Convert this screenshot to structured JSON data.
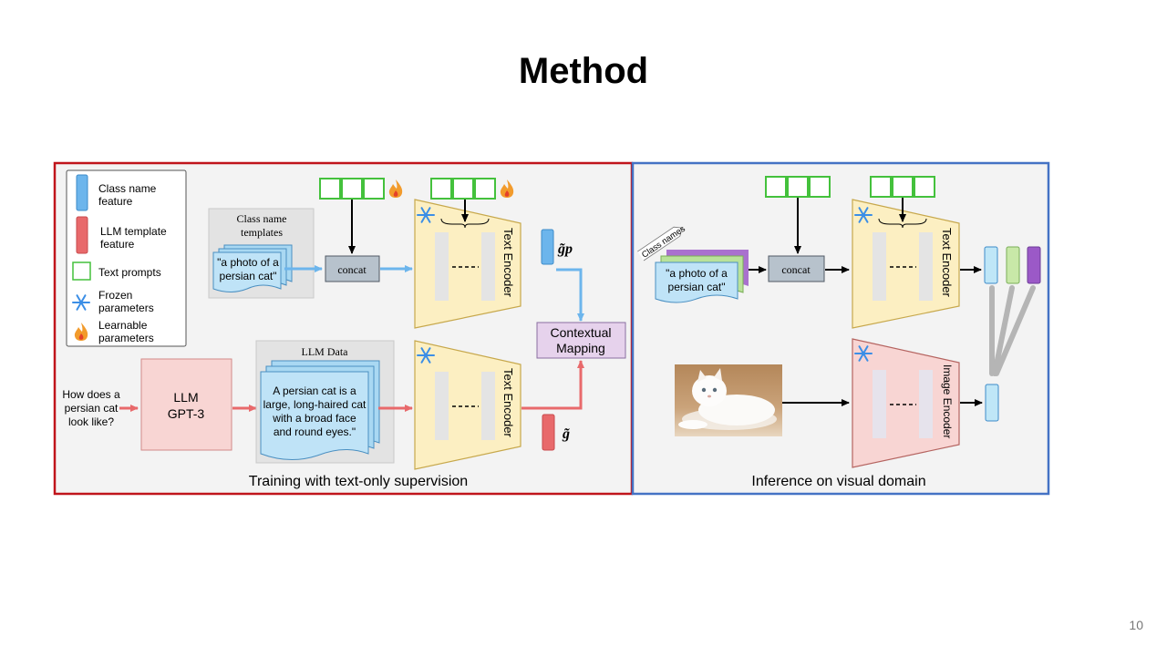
{
  "slide": {
    "title": "Method",
    "page_number": "10"
  },
  "colors": {
    "training_border": "#c0141b",
    "inference_border": "#4472c4",
    "text_prompt": "#44c13c",
    "class_feature": "#6cb5ec",
    "llm_feature": "#e8696b",
    "encoder_fill": "#fcefc2",
    "image_encoder_fill": "#f8d5d3",
    "purple_feature": "#9b59c7"
  },
  "legend": {
    "class_name_feature": "Class name\nfeature",
    "llm_template_feature": "LLM template\nfeature",
    "text_prompts": "Text prompts",
    "frozen": "Frozen\nparameters",
    "learnable": "Learnable\nparameters"
  },
  "training": {
    "caption": "Training with text-only supervision",
    "templates_panel_title": "Class name\ntemplates",
    "template_text": "\"a photo of a\npersian cat\"",
    "concat": "concat",
    "text_encoder_top": "Text Encoder",
    "text_encoder_bottom": "Text Encoder",
    "g_p_label": "g̃p",
    "g_label": "g̃",
    "contextual_mapping": "Contextual\nMapping",
    "question": "How does a\npersian cat\nlook like?",
    "llm_box": "LLM\nGPT-3",
    "llm_data_title": "LLM Data",
    "llm_data_text": "A persian cat is a\nlarge, long-haired cat\nwith a broad face\nand round eyes.\""
  },
  "inference": {
    "caption": "Inference on visual domain",
    "class_names_label": "Class names",
    "template_text": "\"a photo of a\npersian cat\"",
    "concat": "concat",
    "text_encoder": "Text Encoder",
    "image_encoder": "Image Encoder",
    "image_icon": "cat-photo"
  }
}
